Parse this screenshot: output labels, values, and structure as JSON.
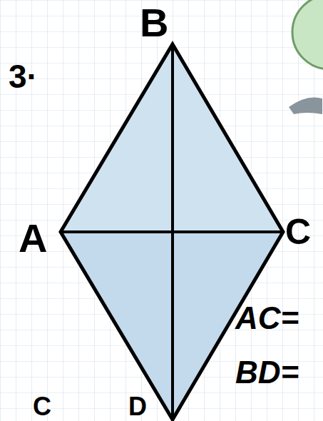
{
  "diagram": {
    "labels": [
      "3·",
      "B",
      "A",
      "C",
      "AC=",
      "BD=",
      "C",
      "D"
    ]
  }
}
